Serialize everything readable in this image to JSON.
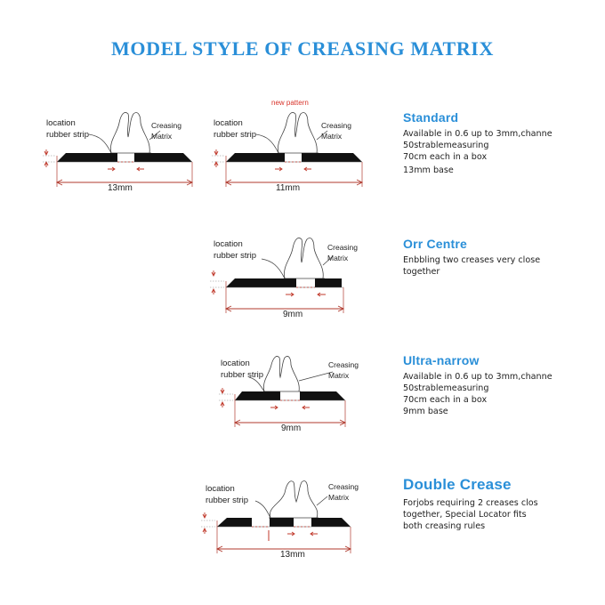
{
  "title": "MODEL STYLE OF CREASING MATRIX",
  "new_pattern_label": "new pattern",
  "labels": {
    "location": "location",
    "rubber_strip": "rubber strip",
    "creasing": "Creasing",
    "matrix": "Matrix"
  },
  "diagrams": [
    {
      "dimension": "13mm"
    },
    {
      "dimension": "11mm"
    },
    {
      "dimension": "9mm"
    },
    {
      "dimension": "9mm"
    },
    {
      "dimension": "13mm"
    }
  ],
  "styles": [
    {
      "name": "Standard",
      "description": [
        "Available in 0.6 up to 3mm,channe",
        "50strablemeasuring",
        "70cm each in a box",
        "13mm base"
      ]
    },
    {
      "name": "Orr Centre",
      "description": [
        "Enbbling two creases very close",
        "together"
      ]
    },
    {
      "name": "Ultra-narrow",
      "description": [
        "Available in 0.6 up to 3mm,channe",
        "50strablemeasuring",
        "70cm each in a box",
        "9mm base"
      ]
    },
    {
      "name": "Double Crease",
      "description": [
        "Forjobs requiring 2 creases clos",
        "together, Special Locator fits",
        "both creasing rules"
      ]
    }
  ],
  "colors": {
    "title": "#2a8fd8",
    "accent_red": "#c0392b",
    "dimension_line": "#b03a2e",
    "matrix_fill": "#111111"
  }
}
